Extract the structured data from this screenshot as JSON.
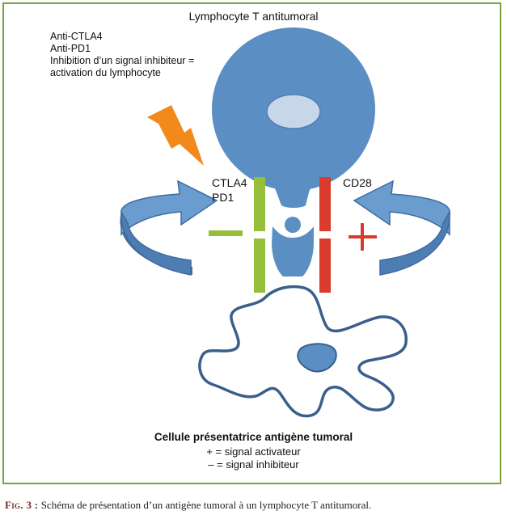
{
  "title": "Lymphocyte T antitumoral",
  "notes": [
    "Anti-CTLA4",
    "Anti-PD1",
    "Inhibition d’un signal inhibiteur =",
    "activation du lymphocyte"
  ],
  "labels": {
    "left_receptor_1": "CTLA4",
    "left_receptor_2": "PD1",
    "right_receptor": "CD28"
  },
  "apc": {
    "title": "Cellule présentatrice antigène tumoral",
    "legend_plus": "+ = signal activateur",
    "legend_minus": "– = signal inhibiteur"
  },
  "caption": {
    "prefix": "Fig. 3 :",
    "text": " Schéma de présentation d’un antigène tumoral à un lymphocyte T antitumoral."
  },
  "colors": {
    "cell": "#5b8fc4",
    "nucleus": "#c8d6ea",
    "inhibitory": "#95be3a",
    "activating": "#d93b2c",
    "lightning": "#f28a1b",
    "apc_outline": "#3a5f8c",
    "border": "#7aa43a"
  },
  "icons": [
    "lightning-icon",
    "curved-arrow-left-icon",
    "curved-arrow-right-icon",
    "plus-sign",
    "minus-sign"
  ]
}
